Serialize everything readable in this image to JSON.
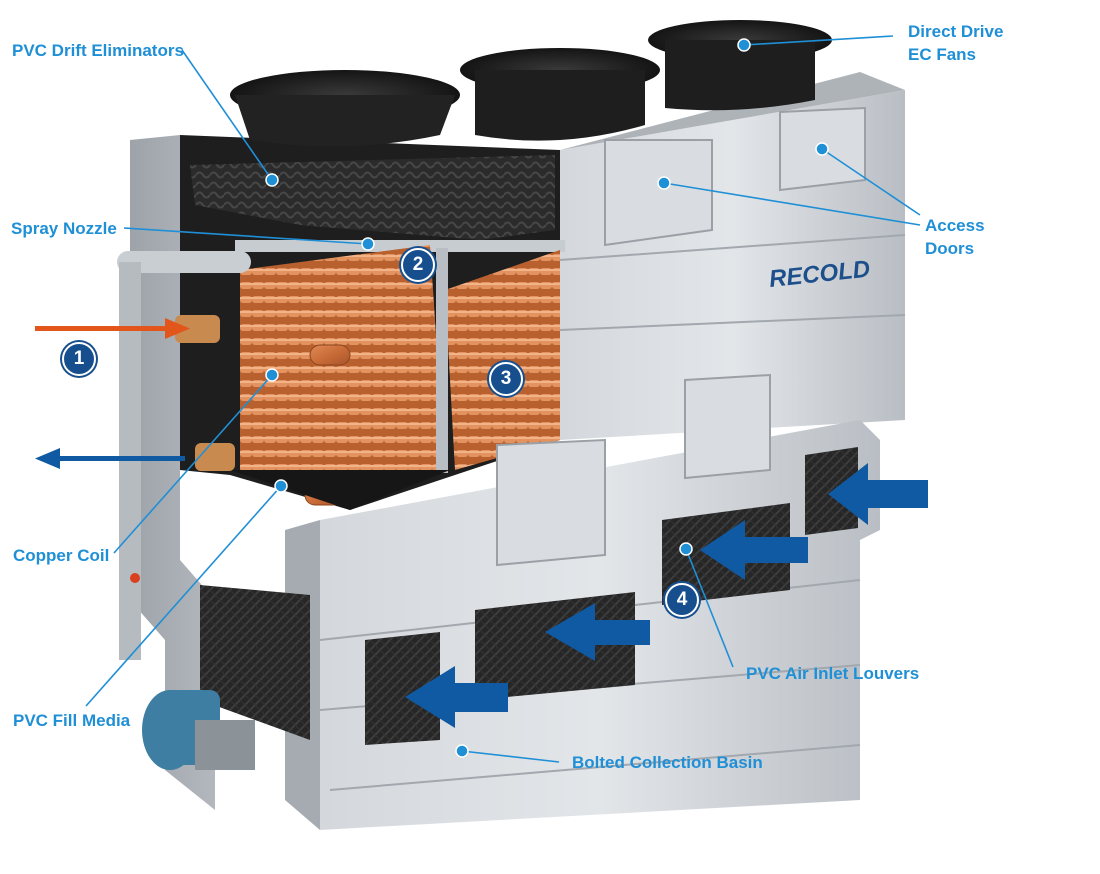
{
  "brand": {
    "logo_text": "RECOLD"
  },
  "labels": {
    "pvc_drift_eliminators": "PVC Drift Eliminators",
    "spray_nozzle": "Spray Nozzle",
    "copper_coil": "Copper Coil",
    "pvc_fill_media": "PVC Fill Media",
    "direct_drive_ec_fans": [
      "Direct Drive",
      "EC Fans"
    ],
    "access_doors": [
      "Access",
      "Doors"
    ],
    "pvc_air_inlet_louvers": "PVC Air Inlet Louvers",
    "bolted_collection_basin": "Bolted Collection Basin"
  },
  "badges": {
    "one": "1",
    "two": "2",
    "three": "3",
    "four": "4"
  },
  "colors": {
    "label_blue": "#1f8fd6",
    "leader_blue": "#1f8fd6",
    "badge_navy": "#174f8e",
    "arrow_blue": "#0f5aa3",
    "arrow_orange": "#e2561c",
    "copper": "#c8703f",
    "steel": "#c4c9ce",
    "fill_dark": "#2c2c2c"
  },
  "icons": {
    "fan": "fan-icon",
    "water_inlet_arrow": "arrow-right-icon",
    "water_outlet_arrow": "arrow-left-icon",
    "air_inlet_arrow": "arrow-left-icon"
  }
}
